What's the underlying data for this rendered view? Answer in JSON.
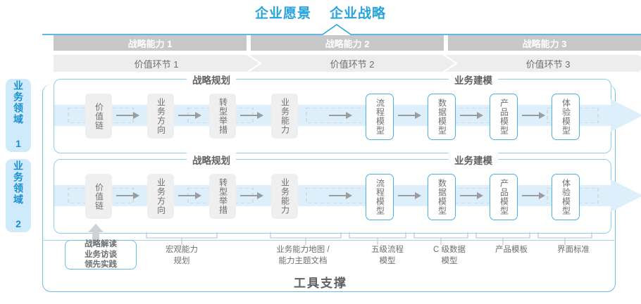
{
  "header": {
    "titles": [
      "企业愿景",
      "企业战略"
    ],
    "accent_color": "#29a3dc"
  },
  "capabilities": [
    {
      "label": "战略能力 1"
    },
    {
      "label": "战略能力 2"
    },
    {
      "label": "战略能力 3"
    }
  ],
  "value_stages": [
    {
      "label": "价值环节 1"
    },
    {
      "label": "价值环节 2"
    },
    {
      "label": "价值环节 3"
    }
  ],
  "domains": [
    {
      "label": "业务领域 1"
    },
    {
      "label": "业务领域 2"
    }
  ],
  "sections": {
    "planning": "战略规划",
    "modeling": "业务建模"
  },
  "nodes": {
    "planning": [
      "价值链",
      "业务方向",
      "转型举措",
      "业务能力"
    ],
    "modeling": [
      "流程模型",
      "数据模型",
      "产品模型",
      "体验模型"
    ]
  },
  "tool_support": {
    "title": "工具支撑",
    "highlight_box": [
      "战略解读",
      "业务访谈",
      "领先实践"
    ],
    "labels": [
      {
        "line1": "宏观能力",
        "line2": "规划"
      },
      {
        "line1": "业务能力地图 /",
        "line2": "能力主题文档"
      },
      {
        "line1": "五级流程",
        "line2": "模型"
      },
      {
        "line1": "C 级数据",
        "line2": "模型"
      },
      {
        "line1": "产品模板",
        "line2": ""
      },
      {
        "line1": "界面标准",
        "line2": ""
      }
    ]
  },
  "colors": {
    "blue": "#29a3dc",
    "blue_light": "#8ecdf0",
    "blue_pale": "#e4f3fb",
    "gray_bar": "#c6c8c9",
    "gray_bar_light": "#ededed",
    "text_gray": "#6d6f71",
    "domain_bg": "#cfeafb",
    "domain_text": "#1a8fd1"
  }
}
